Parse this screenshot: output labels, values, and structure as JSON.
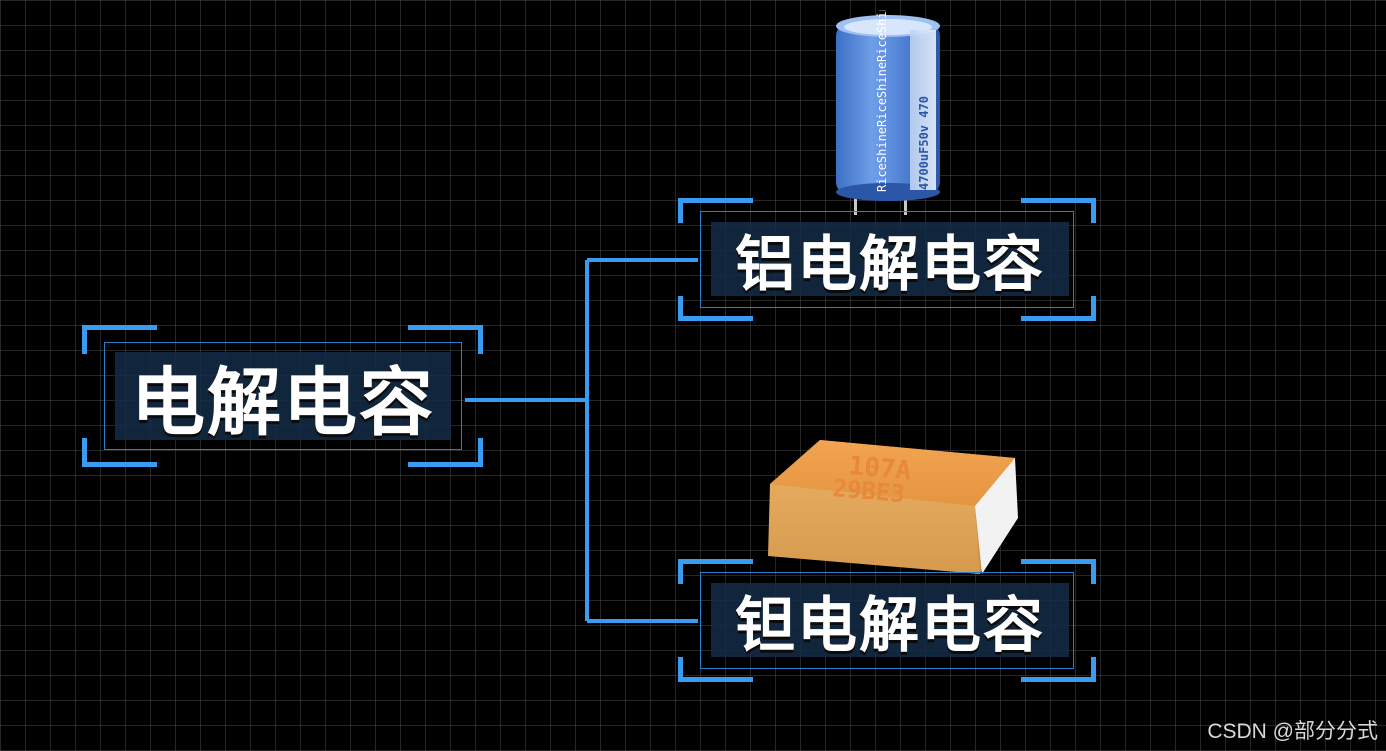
{
  "nodes": {
    "root": {
      "label": "电解电容"
    },
    "aluminum": {
      "label": "铝电解电容"
    },
    "tantalum": {
      "label": "钽电解电容"
    }
  },
  "aluminum_capacitor": {
    "sleeve_text": "RiceShineRiceShineRiceShineR",
    "rating_text": "4700uF50v  470"
  },
  "tantalum_capacitor": {
    "line1": "107A",
    "line2": "29BE3"
  },
  "watermark": "CSDN @部分分式",
  "colors": {
    "accent": "#3a9cf0",
    "label_bg": "#142d46",
    "grid": "#464646"
  }
}
